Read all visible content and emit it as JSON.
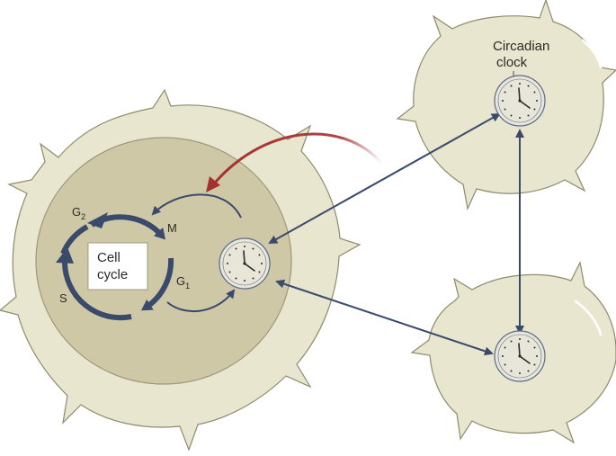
{
  "labels": {
    "cell_cycle_line1": "Cell",
    "cell_cycle_line2": "cycle",
    "phase_g2": "G",
    "phase_g2_sub": "2",
    "phase_m": "M",
    "phase_g1": "G",
    "phase_g1_sub": "1",
    "phase_s": "S",
    "circadian_line1": "Circadian",
    "circadian_line2": "clock"
  },
  "colors": {
    "cell_membrane": "#e9e6cf",
    "cell_outline": "#8d8a6e",
    "nucleus_fill": "#cfc8a6",
    "nucleus_outline": "#9d967a",
    "arrow_blue": "#3a4a6b",
    "arrow_red": "#a53030",
    "clock_face": "#e8e6d8",
    "clock_outline": "#5a6a8a"
  },
  "icons": [
    "clock-icon",
    "clock-icon",
    "clock-icon"
  ]
}
